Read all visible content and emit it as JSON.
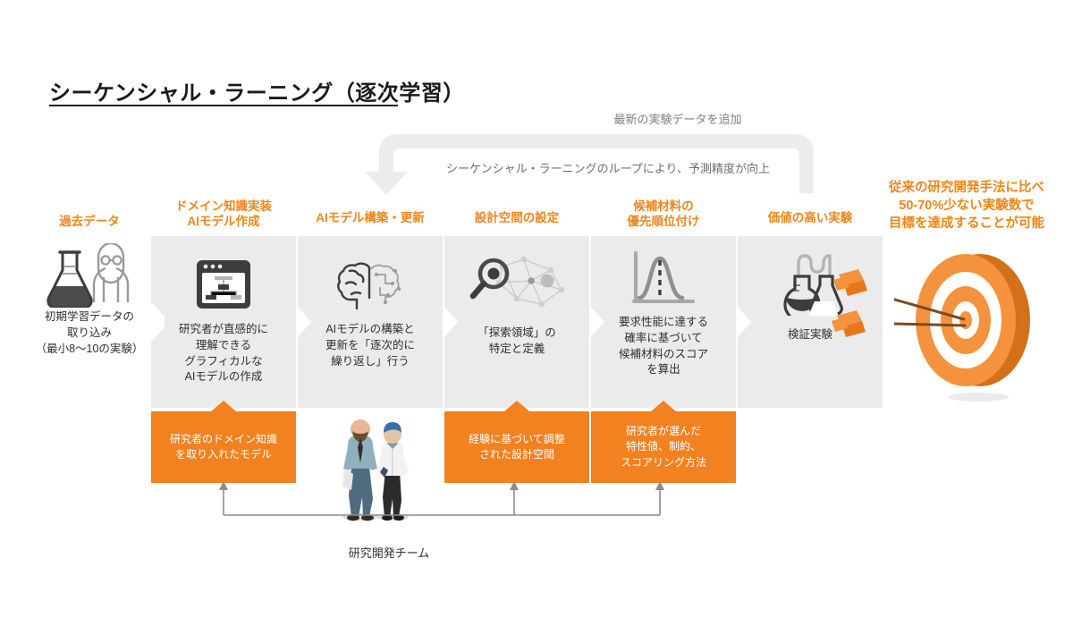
{
  "title": "シーケンシャル・ラーニング（逐次学習）",
  "loop": {
    "caption_top": "最新の実験データを追加",
    "caption_inner": "シーケンシャル・ラーニングのループにより、予測精度が向上",
    "arrow_color": "#ececec"
  },
  "accent_color": "#F08519",
  "panel_color": "#ebebeb",
  "orange_box_color": "#F28120",
  "stage0": {
    "header": "過去データ",
    "icon": "flask-researcher-icon",
    "description": "初期学習データの\n取り込み\n（最小8〜10の実験）",
    "desc_lines": [
      "初期学習データの",
      "取り込み",
      "（最小8〜10の実験）"
    ]
  },
  "stages": [
    {
      "header_lines": [
        "ドメイン知識実装",
        "AIモデル作成"
      ],
      "icon": "browser-model-diagram-icon",
      "desc_lines": [
        "研究者が直感的に",
        "理解できる",
        "グラフィカルな",
        "AIモデルの作成"
      ],
      "orange_lines": [
        "研究者のドメイン知識",
        "を取り入れたモデル"
      ]
    },
    {
      "header_lines": [
        "AIモデル構築・更新"
      ],
      "icon": "brain-circuit-icon",
      "desc_lines": [
        "AIモデルの構築と",
        "更新を「逐次的に",
        "繰り返し」行う"
      ],
      "orange_lines": []
    },
    {
      "header_lines": [
        "設計空間の設定"
      ],
      "icon": "magnifier-network-icon",
      "desc_lines": [
        "「探索領域」の",
        "特定と定義"
      ],
      "orange_lines": [
        "経験に基づいて調整",
        "された設計空間"
      ]
    },
    {
      "header_lines": [
        "候補材料の",
        "優先順位付け"
      ],
      "icon": "distribution-curve-icon",
      "desc_lines": [
        "要求性能に達する",
        "確率に基づいて",
        "候補材料のスコア",
        "を算出"
      ],
      "orange_lines": [
        "研究者が選んだ",
        "特性値、制約、",
        "スコアリング方法"
      ]
    },
    {
      "header_lines": [
        "価値の高い実験"
      ],
      "icon": "lab-flasks-icon",
      "desc_lines": [
        "検証実験"
      ],
      "orange_lines": []
    }
  ],
  "callout": {
    "lines": [
      "従来の研究開発手法に比べ",
      "50-70%少ない実験数で",
      "目標を達成することが可能"
    ],
    "icon": "bullseye-target-with-arrows-icon"
  },
  "team": {
    "label": "研究開発チーム",
    "icon": "two-researchers-icon"
  }
}
